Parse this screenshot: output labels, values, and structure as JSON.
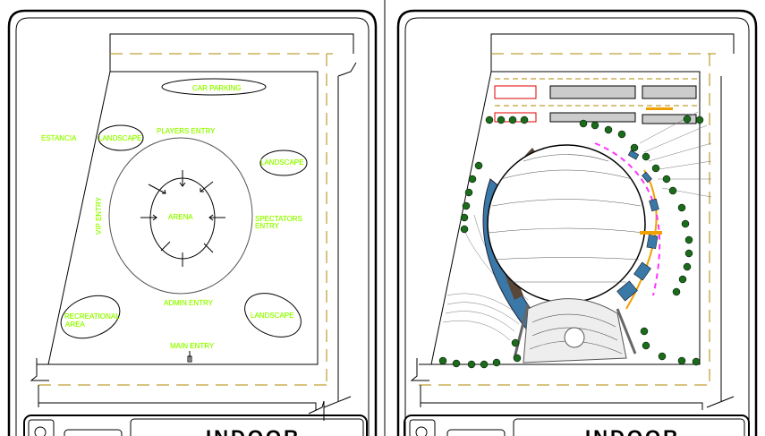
{
  "left_sheet": {
    "labels": {
      "car_parking": "CAR PARKING",
      "estancia": "ESTANCIA",
      "landscape_1": "LANDSCAPE",
      "players_entry": "PLAYERS ENTRY",
      "landscape_2": "LANDSCAPE",
      "arena": "ARENA",
      "spectators_entry_1": "SPECTATORS",
      "spectators_entry_2": "ENTRY",
      "vip_entry": "VIP ENTRY",
      "admin_entry": "ADMIN ENTRY",
      "recreational_1": "RECREATIONAL",
      "recreational_2": "AREA",
      "landscape_3": "LANDSCAPE",
      "main_entry": "MAIN ENTRY"
    },
    "title": "INDOOR"
  },
  "right_sheet": {
    "title": "INDOOR"
  },
  "colors": {
    "label_text": "#33ff00",
    "dashed_road": "#b08800",
    "tree": "#1a6b1a",
    "stadium_blue": "#3a78a8",
    "stadium_brown": "#5a4636",
    "parking_red": "#e00000",
    "accent_orange": "#f0a000",
    "accent_magenta": "#ff33ff"
  }
}
